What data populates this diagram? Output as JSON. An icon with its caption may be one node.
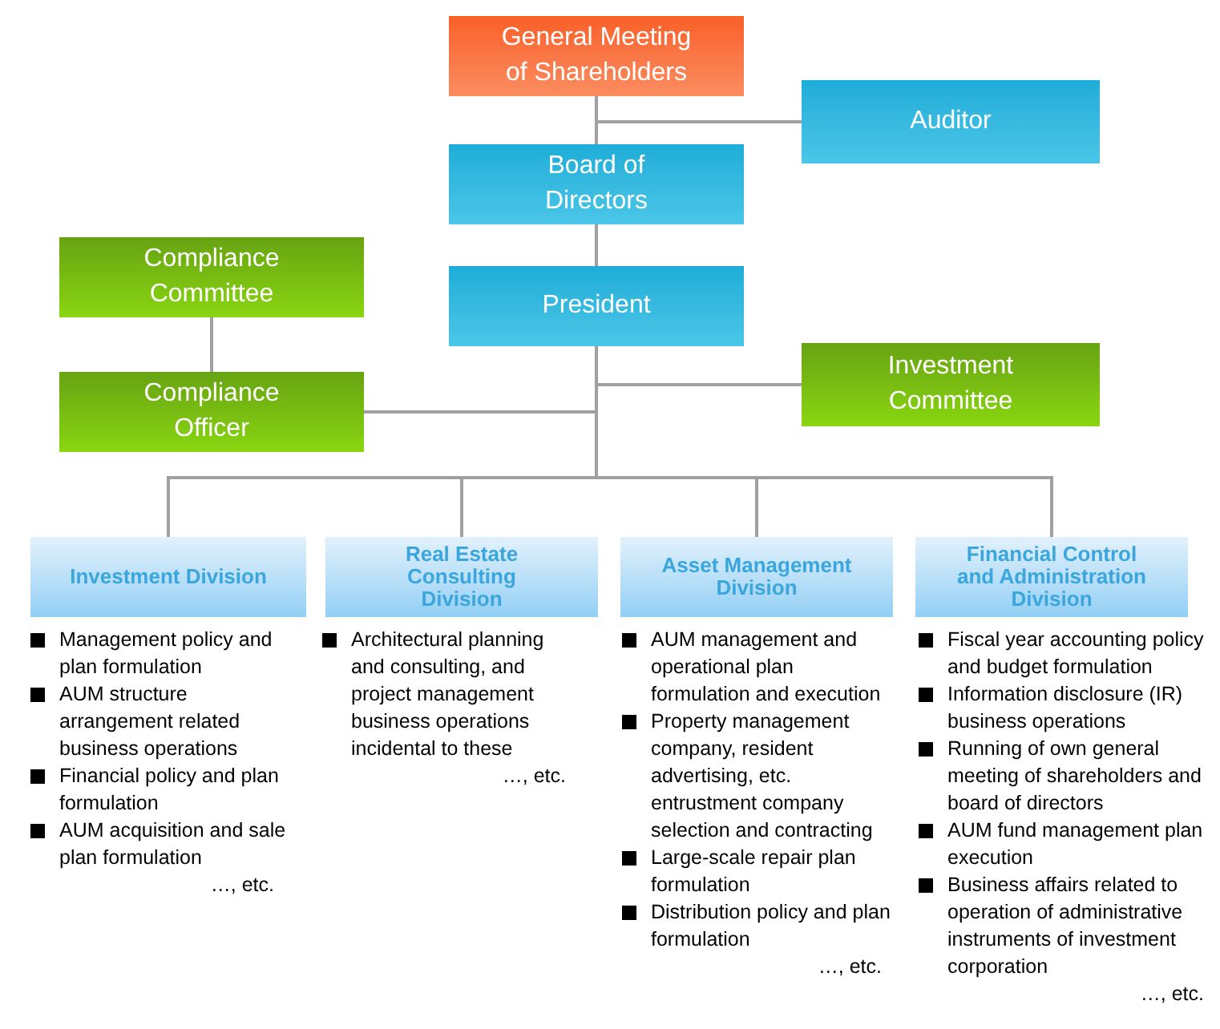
{
  "diagram": {
    "nodes": [
      {
        "text": [
          "General Meeting of Shareholders"
        ]
      },
      {
        "text": [
          "Auditor"
        ]
      },
      {
        "text": [
          "Board of Directors"
        ]
      },
      {
        "text": [
          "Compliance Committee"
        ]
      },
      {
        "text": [
          "President"
        ]
      },
      {
        "text": [
          "Compliance Officer"
        ]
      },
      {
        "text": [
          "Investment Committee"
        ]
      },
      {
        "text": [
          "Investment Division"
        ],
        "beside": [
          "Management policy and plan formulation",
          "AUM structure arrangement related business operations",
          "Financial policy and plan formulation",
          "AUM acquisition and sale plan formulation",
          "…, etc."
        ]
      },
      {
        "text": [
          "Real Estate Consulting Division"
        ],
        "beside": [
          "Architectural planning and consulting, and project management business operations incidental to these",
          "…, etc."
        ]
      },
      {
        "text": [
          "Asset Management Division"
        ],
        "beside": [
          "AUM management and operational plan formulation and execution",
          "Property management company, resident advertising, etc. entrustment company selection and contracting",
          "Large-scale repair plan formulation",
          "Distribution policy and plan formulation",
          "…, etc."
        ]
      },
      {
        "text": [
          "Financial Control and Administration Division"
        ],
        "beside": [
          "Fiscal year accounting policy and budget formulation",
          "Information disclosure (IR) business operations",
          "Running of own general meeting of shareholders and board of directors",
          "AUM fund management plan execution",
          "Business affairs related to operation of administrative instruments of investment corporation",
          "…, etc."
        ]
      }
    ],
    "edges": [
      {
        "from": 0,
        "to": 2,
        "arrow": "none"
      },
      {
        "from": 0,
        "to": 1,
        "arrow": "none"
      },
      {
        "from": 2,
        "to": 4,
        "arrow": "none"
      },
      {
        "from": 3,
        "to": 5,
        "arrow": "none"
      },
      {
        "from": 4,
        "to": 6,
        "arrow": "none"
      },
      {
        "from": 4,
        "to": 5,
        "arrow": "none"
      },
      {
        "from": 4,
        "to": 7,
        "arrow": "none"
      },
      {
        "from": 4,
        "to": 8,
        "arrow": "none"
      },
      {
        "from": 4,
        "to": 9,
        "arrow": "none"
      },
      {
        "from": 4,
        "to": 10,
        "arrow": "none"
      }
    ]
  }
}
